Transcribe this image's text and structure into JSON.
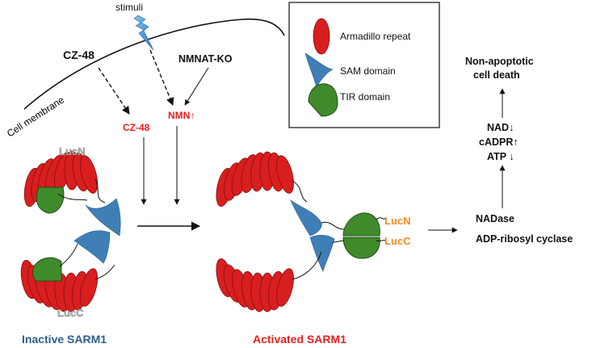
{
  "labels": {
    "stimuli": "stimuli",
    "cz48_top": "CZ-48",
    "nmnat_ko": "NMNAT-KO",
    "cell_membrane": "Cell membrane",
    "cz48_red": "CZ-48",
    "nmn_red": "NMN↑",
    "lucn_inactive": "LucN",
    "lucc_inactive": "LucC",
    "lucn_active": "LucN",
    "lucc_active": "LucC",
    "inactive_title": "Inactive SARM1",
    "active_title": "Activated SARM1",
    "nadase": "NADase",
    "adp_cyclase": "ADP-ribosyl cyclase",
    "nad": "NAD↓",
    "cadpr": "cADPR↑",
    "atp": "ATP ↓",
    "outcome_line1": "Non-apoptotic",
    "outcome_line2": "cell death"
  },
  "legend": {
    "items": [
      {
        "label": "Armadillo repeat",
        "shape": "red-oval"
      },
      {
        "label": "SAM domain",
        "shape": "blue-crescent"
      },
      {
        "label": "TIR domain",
        "shape": "green-semicircle"
      }
    ]
  },
  "colors": {
    "armadillo": "#d81e1e",
    "sam": "#3f7fb6",
    "tir": "#3f8b2c",
    "highlight_red": "#e8201f",
    "luc_orange": "#f28b1e",
    "inactive_title": "#2d5f8a"
  }
}
